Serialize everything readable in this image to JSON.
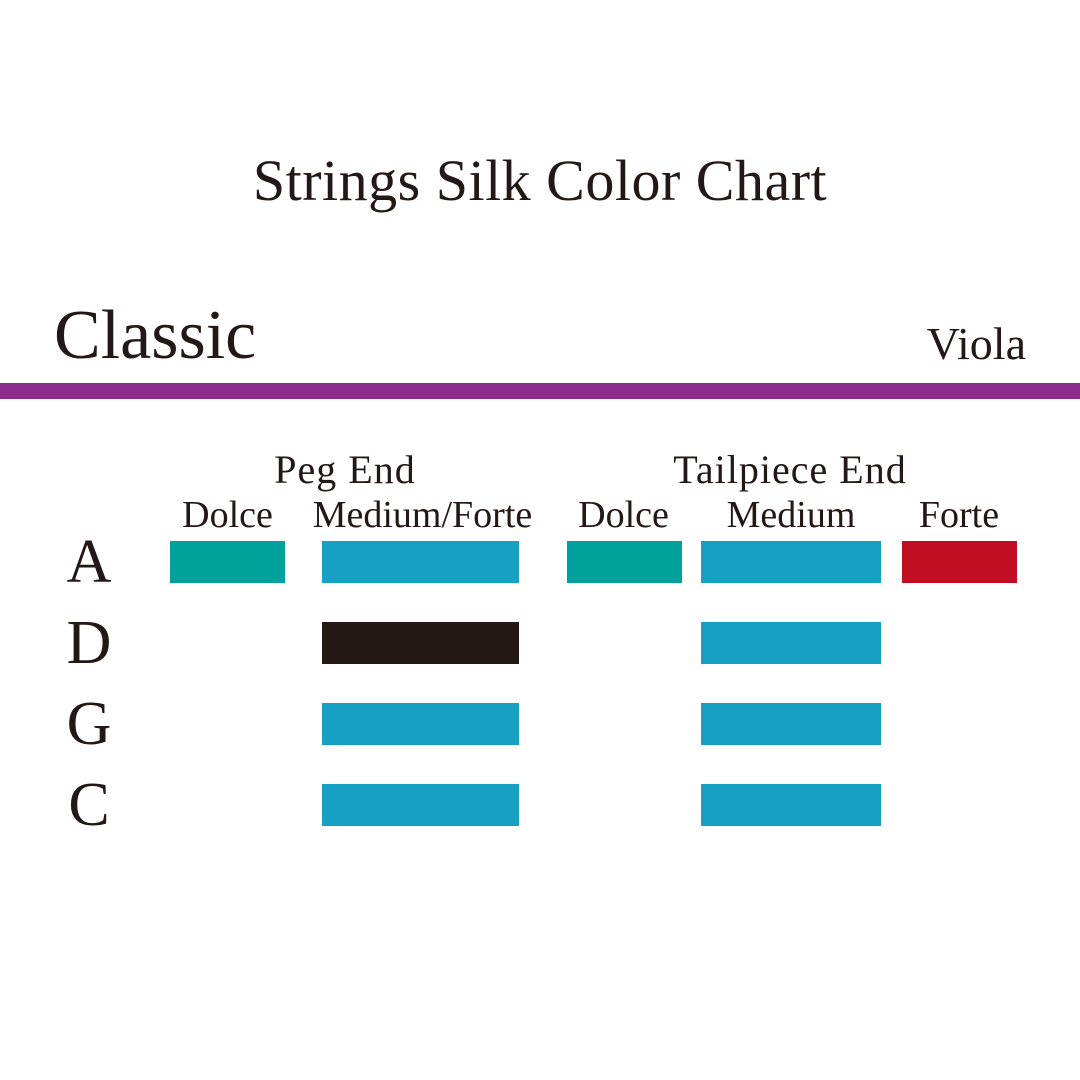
{
  "title": "Strings Silk Color Chart",
  "line_name": "Classic",
  "instrument": "Viola",
  "colors": {
    "accent": "#8E2C8E",
    "teal": "#00A19A",
    "blue": "#16A0C4",
    "black": "#231815",
    "red": "#C30D23",
    "text": "#231815"
  },
  "groups": [
    {
      "label": "Peg End"
    },
    {
      "label": "Tailpiece End"
    }
  ],
  "columns": [
    {
      "label": "Dolce"
    },
    {
      "label": "Medium/Forte"
    },
    {
      "label": "Dolce"
    },
    {
      "label": "Medium"
    },
    {
      "label": "Forte"
    }
  ],
  "strings": [
    {
      "label": "A",
      "swatches": [
        "teal",
        "blue",
        "teal",
        "blue",
        "red"
      ]
    },
    {
      "label": "D",
      "swatches": [
        null,
        "black",
        null,
        "blue",
        null
      ]
    },
    {
      "label": "G",
      "swatches": [
        null,
        "blue",
        null,
        "blue",
        null
      ]
    },
    {
      "label": "C",
      "swatches": [
        null,
        "blue",
        null,
        "blue",
        null
      ]
    }
  ]
}
